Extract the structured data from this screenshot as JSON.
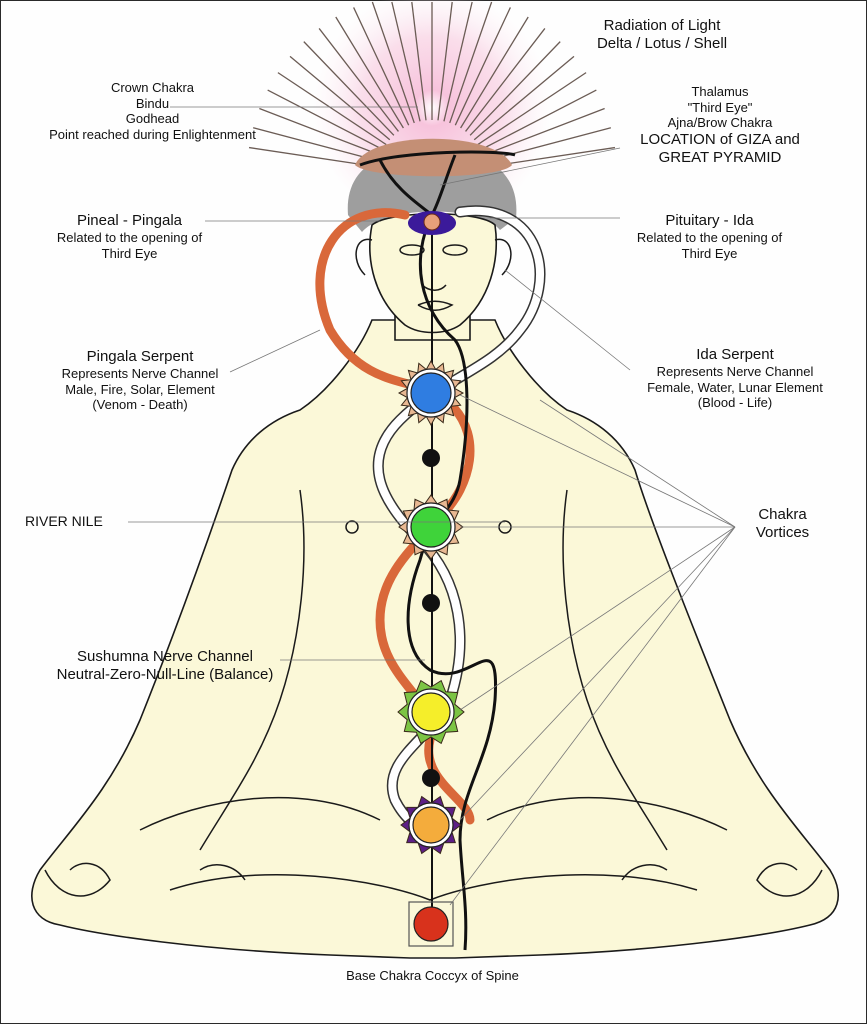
{
  "labels": {
    "crown": {
      "lines": [
        "Crown Chakra",
        "Bindu",
        "Godhead",
        "Point reached during Enlightenment"
      ]
    },
    "radiation": {
      "lines": [
        "Radiation of Light",
        "Delta / Lotus / Shell"
      ]
    },
    "thalamus": {
      "lines": [
        "Thalamus",
        "\"Third Eye\"",
        "Ajna/Brow Chakra",
        "LOCATION of GIZA and",
        "GREAT PYRAMID"
      ]
    },
    "pineal": {
      "lines": [
        "Pineal - Pingala",
        "Related to the opening of",
        "Third Eye"
      ]
    },
    "pituitary": {
      "lines": [
        "Pituitary - Ida",
        "Related to the opening of",
        "Third Eye"
      ]
    },
    "pingala_serpent": {
      "lines": [
        "Pingala Serpent",
        "Represents Nerve Channel",
        "Male, Fire, Solar, Element",
        "(Venom - Death)"
      ]
    },
    "ida_serpent": {
      "lines": [
        "Ida Serpent",
        "Represents Nerve Channel",
        "Female, Water, Lunar Element",
        "(Blood - Life)"
      ]
    },
    "river_nile": {
      "lines": [
        "RIVER NILE"
      ]
    },
    "chakra_vortices": {
      "lines": [
        "Chakra",
        "Vortices"
      ]
    },
    "sushumna": {
      "lines": [
        "Sushumna Nerve Channel",
        "Neutral-Zero-Null-Line (Balance)"
      ]
    },
    "base": {
      "lines": [
        "Base Chakra Coccyx of Spine"
      ]
    }
  },
  "chakras": [
    {
      "name": "throat",
      "color": "#2f7de1",
      "petal_color": "#e8b892"
    },
    {
      "name": "heart",
      "color": "#3fd33a",
      "petal_color": "#e8b892"
    },
    {
      "name": "solar-plexus",
      "color": "#f5ee2a",
      "petal_color": "#7cc444"
    },
    {
      "name": "sacral",
      "color": "#f4ac3c",
      "petal_color": "#5c1f86"
    },
    {
      "name": "root",
      "color": "#d8321c",
      "petal_color": "#fbf8d8"
    }
  ],
  "colors": {
    "pingala": "#d9683a",
    "ida": "#ffffff",
    "sushumna": "#111111",
    "skin": "#fbf8d8",
    "halo": "#f6b9d6",
    "brain": "#c98b6a",
    "third_eye": "#3b1a9a",
    "hair": "#9b9b9b"
  }
}
